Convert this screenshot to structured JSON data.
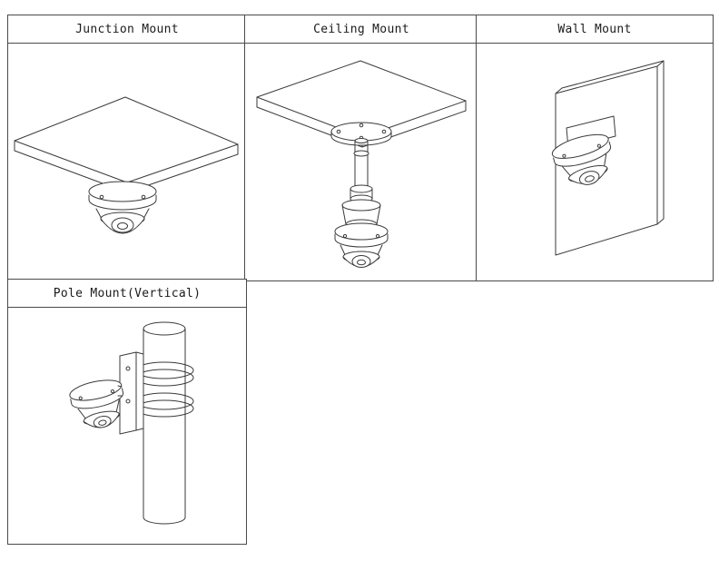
{
  "page": {
    "background": "#ffffff",
    "border_color": "#4a4a4a",
    "line_color": "#3a3a3a",
    "text_color": "#1b1b1b"
  },
  "cells": [
    {
      "id": "junction",
      "label": "Junction Mount",
      "figure": "dome-camera-under-junction-board"
    },
    {
      "id": "ceiling",
      "label": "Ceiling Mount",
      "figure": "dome-camera-pendant-pipe-under-ceiling"
    },
    {
      "id": "wall",
      "label": "Wall Mount",
      "figure": "dome-camera-bracket-on-wall-panel"
    },
    {
      "id": "pole",
      "label": "Pole Mount(Vertical)",
      "figure": "dome-camera-clamped-to-vertical-pole"
    }
  ]
}
